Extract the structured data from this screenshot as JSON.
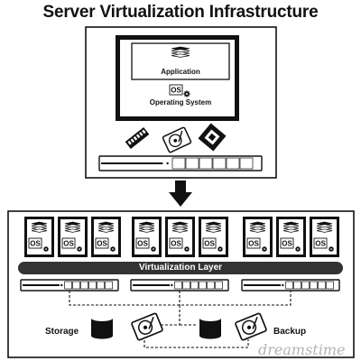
{
  "title": "Server Virtualization Infrastructure",
  "top_host": {
    "application_label": "Application",
    "os_badge": "OS",
    "os_label": "Operating System",
    "components": [
      "ram-icon",
      "hard-drive-icon",
      "cpu-icon"
    ]
  },
  "arrow": "down-arrow-icon",
  "virtualized": {
    "vm_groups": 3,
    "vms_per_group": 3,
    "vm_os_badge": "OS",
    "layer_label": "Virtualization Layer",
    "servers": 3,
    "storage_label": "Storage",
    "backup_label": "Backup"
  },
  "watermark": "dreamstime",
  "colors": {
    "ink": "#111111",
    "layer": "#333333",
    "background": "#ffffff"
  }
}
